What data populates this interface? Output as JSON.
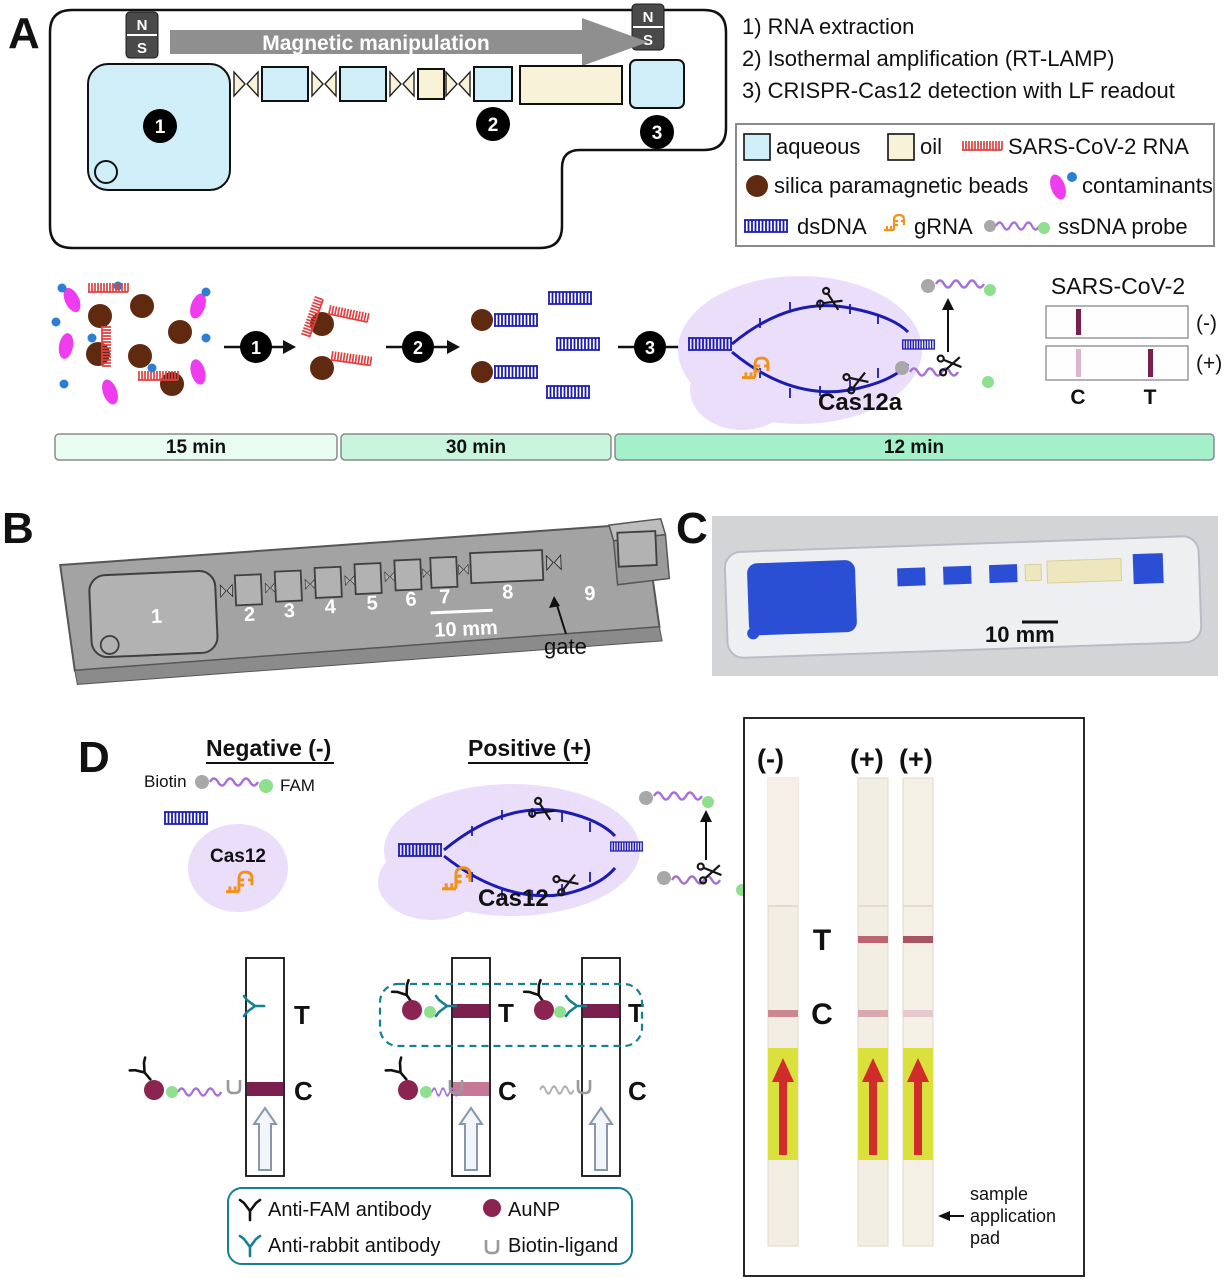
{
  "figure": {
    "panel_labels": {
      "a": "A",
      "b": "B",
      "c": "C",
      "d": "D"
    }
  },
  "panelA": {
    "magnet": {
      "n": "N",
      "s": "S"
    },
    "arrow_label": "Magnetic manipulation",
    "steps": [
      "1) RNA extraction",
      "2) Isothermal amplification (RT-LAMP)",
      "3) CRISPR-Cas12 detection with LF readout"
    ],
    "step_numbers": [
      "1",
      "2",
      "3"
    ],
    "legend": {
      "aqueous": "aqueous",
      "oil": "oil",
      "rna": "SARS-CoV-2 RNA",
      "beads": "silica paramagnetic beads",
      "contaminants": "contaminants",
      "dsdna": "dsDNA",
      "grna": "gRNA",
      "probe": "ssDNA probe"
    },
    "cas12a_label": "Cas12a",
    "readout": {
      "title": "SARS-CoV-2",
      "negative": "(-)",
      "positive": "(+)",
      "c": "C",
      "t": "T"
    },
    "timeline": [
      "15 min",
      "30 min",
      "12 min"
    ]
  },
  "panelB": {
    "chambers": [
      "1",
      "2",
      "3",
      "4",
      "5",
      "6",
      "7",
      "8",
      "9"
    ],
    "scale_bar": "10 mm",
    "gate_label": "gate"
  },
  "panelC": {
    "scale_bar": "10 mm"
  },
  "panelD": {
    "negative_title": "Negative (-)",
    "positive_title": "Positive (+)",
    "biotin_label": "Biotin",
    "fam_label": "FAM",
    "cas12_label": "Cas12",
    "t_label": "T",
    "c_label": "C",
    "legend": {
      "anti_fam": "Anti-FAM antibody",
      "anti_rabbit": "Anti-rabbit antibody",
      "aunp": "AuNP",
      "biotin_ligand": "Biotin-ligand"
    },
    "photo": {
      "neg": "(-)",
      "pos1": "(+)",
      "pos2": "(+)",
      "t": "T",
      "c": "C",
      "pad_lines": [
        "sample",
        "application",
        "pad"
      ]
    }
  },
  "colors": {
    "aqueous": "#cfeef7",
    "oil": "#f8f3d8",
    "rna_red": "#e04040",
    "bead_brown": "#5f2a10",
    "contaminant_magenta": "#ee3cee",
    "contaminant_blue": "#2d7fd3",
    "dsdna_navy": "#1c1cb0",
    "grna_orange": "#f0921e",
    "probe_purple": "#a86fd8",
    "probe_green": "#8ee08e",
    "probe_gray": "#a8a8a8",
    "cas_blob": "#eadefb",
    "cas_text": "#c59ae8",
    "band_dark": "#7b1f4e",
    "band_light": "#dcb6cc",
    "teal": "#17808e",
    "maroon": "#8b2450",
    "timeline_greens": [
      "#e9fcf1",
      "#c9f4de",
      "#a4f0c9"
    ]
  }
}
